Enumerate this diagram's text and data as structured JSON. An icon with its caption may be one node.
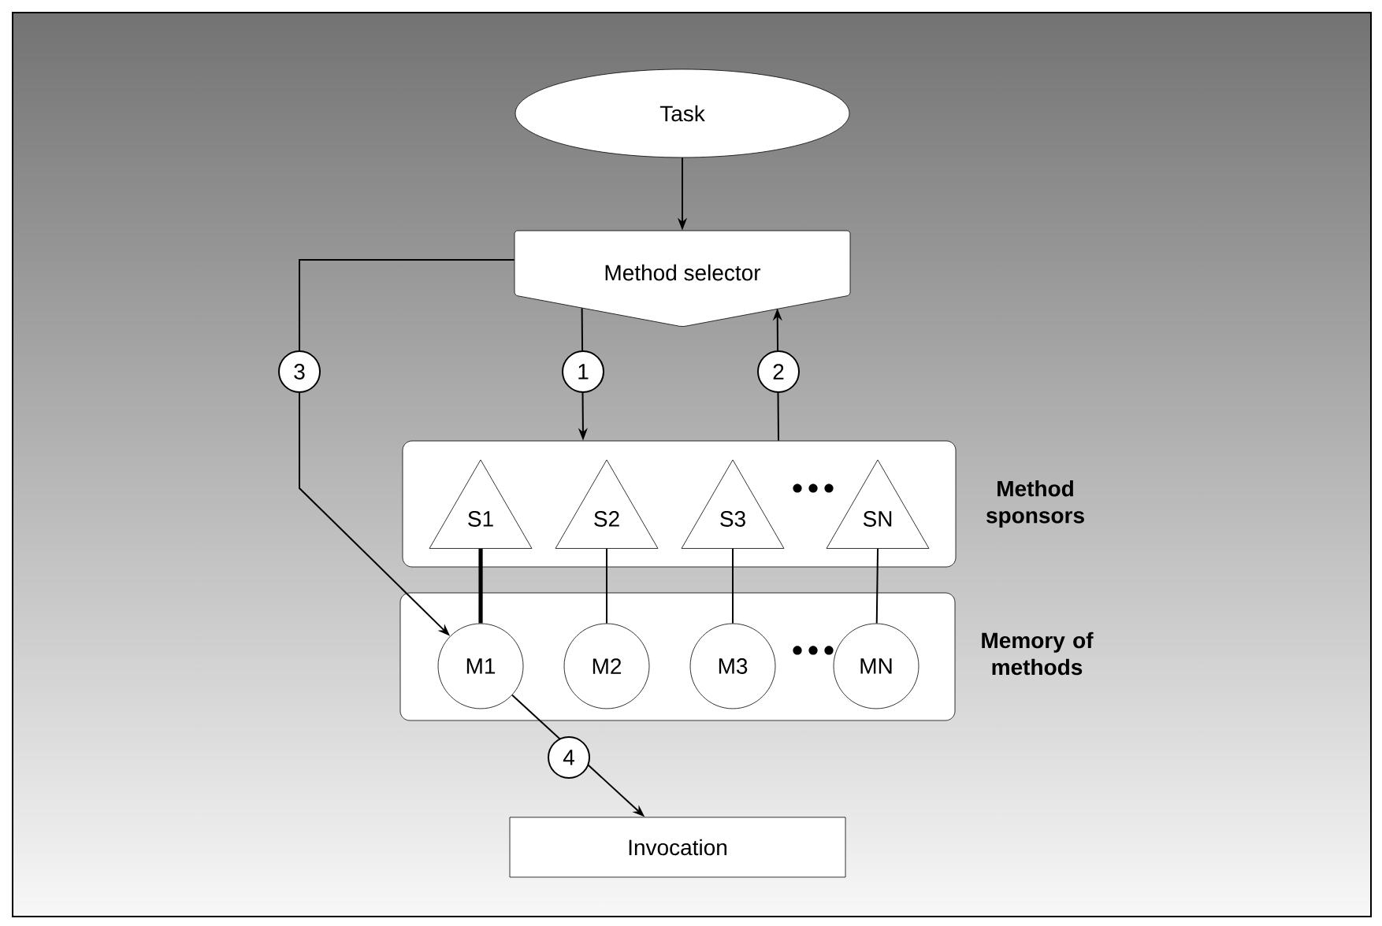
{
  "diagram": {
    "nodes": [
      {
        "text": [
          "Task"
        ]
      },
      {
        "text": [
          "Method selector"
        ]
      },
      {
        "text": [],
        "shape": "box",
        "beside": [
          "Method sponsors"
        ]
      },
      {
        "text": [
          "S1"
        ],
        "in": 2
      },
      {
        "text": [
          "S2"
        ],
        "in": 2
      },
      {
        "text": [
          "S3"
        ],
        "in": 2
      },
      {
        "text": [
          "SN"
        ],
        "in": 2
      },
      {
        "text": [],
        "shape": "box",
        "beside": [
          "Memory of methods"
        ]
      },
      {
        "text": [
          "M1"
        ],
        "in": 7
      },
      {
        "text": [
          "M2"
        ],
        "in": 7
      },
      {
        "text": [
          "M3"
        ],
        "in": 7
      },
      {
        "text": [
          "MN"
        ],
        "in": 7
      },
      {
        "text": [
          "Invocation"
        ]
      }
    ],
    "edges": [
      {
        "from": 0,
        "to": 1,
        "arrow": "to"
      },
      {
        "from": 1,
        "to": 2,
        "arrow": "to",
        "label": "1"
      },
      {
        "from": 2,
        "to": 1,
        "arrow": "to",
        "label": "2"
      },
      {
        "from": 1,
        "to": 8,
        "arrow": "to",
        "label": "3"
      },
      {
        "from": 3,
        "to": 8,
        "arrow": "none",
        "style": "thick"
      },
      {
        "from": 4,
        "to": 9,
        "arrow": "none"
      },
      {
        "from": 5,
        "to": 10,
        "arrow": "none"
      },
      {
        "from": 6,
        "to": 11,
        "arrow": "none"
      },
      {
        "from": 8,
        "to": 12,
        "arrow": "to",
        "label": "4"
      }
    ]
  }
}
